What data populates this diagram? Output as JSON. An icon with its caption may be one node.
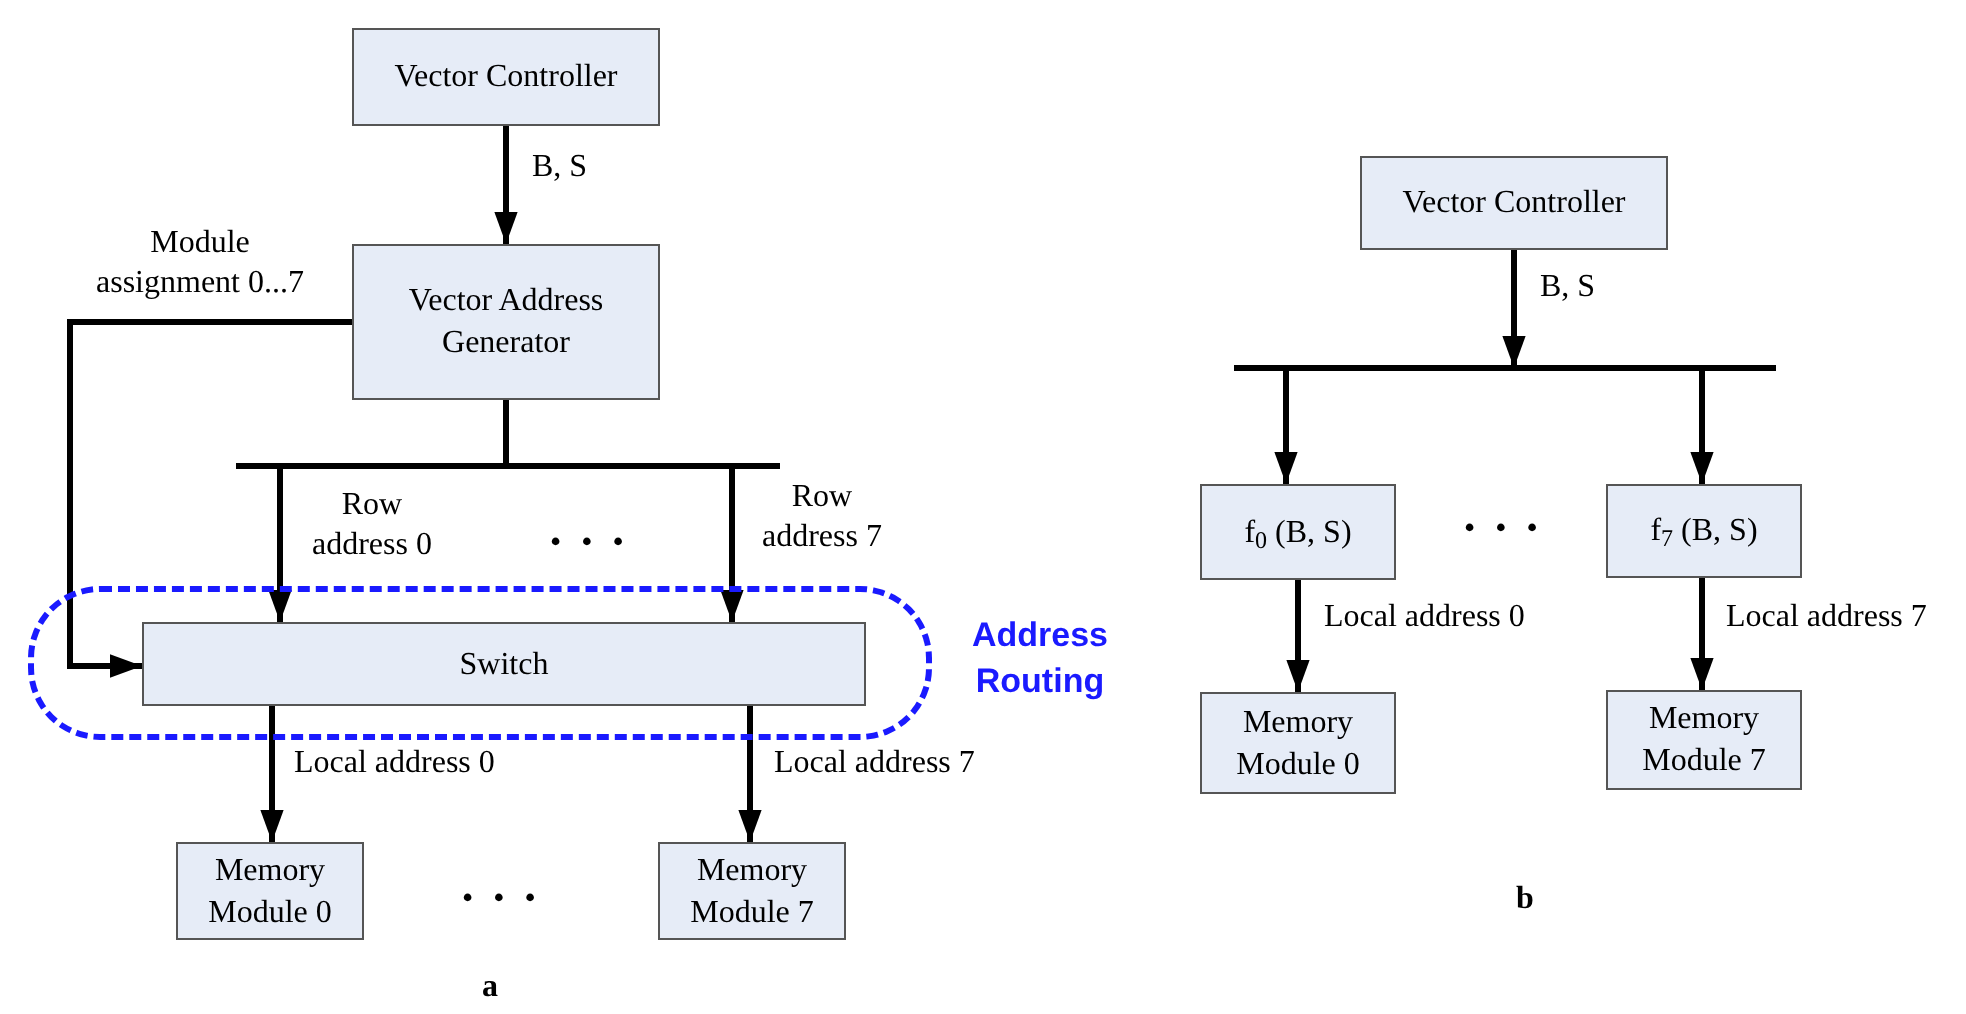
{
  "diagram": {
    "nodes": [
      {
        "text": [
          "Vector Controller"
        ]
      },
      {
        "text": [
          "Vector Address Generator"
        ]
      },
      {
        "text": [
          "Address Routing"
        ]
      },
      {
        "text": [
          "Switch"
        ],
        "in": 2
      },
      {
        "text": [
          "Memory Module 0"
        ]
      },
      {
        "text": [
          "Memory Module 7"
        ]
      },
      {
        "text": [
          "Vector Controller"
        ]
      },
      {
        "text": [
          "f$_{0}$ (B, S)"
        ]
      },
      {
        "text": [
          "f$_{7}$ (B, S)"
        ]
      },
      {
        "text": [
          "Memory Module 0"
        ]
      },
      {
        "text": [
          "Memory Module 7"
        ]
      }
    ],
    "edges": [
      {
        "from": 0,
        "to": 1,
        "arrow": "to",
        "label": "B, S"
      },
      {
        "from": 1,
        "to": 3,
        "arrow": "to",
        "label": "Module assignment 0...7"
      },
      {
        "from": 1,
        "to": 3,
        "arrow": "to",
        "label": "Row address 0"
      },
      {
        "from": 1,
        "to": 3,
        "arrow": "to",
        "label": "Row address 7"
      },
      {
        "from": 3,
        "to": 4,
        "arrow": "to",
        "label": "Local address 0"
      },
      {
        "from": 3,
        "to": 5,
        "arrow": "to",
        "label": "Local address 7"
      },
      {
        "from": 6,
        "to": 7,
        "arrow": "to",
        "label": "B, S"
      },
      {
        "from": 6,
        "to": 8,
        "arrow": "to"
      },
      {
        "from": 7,
        "to": 9,
        "arrow": "to",
        "label": "Local address 0"
      },
      {
        "from": 8,
        "to": 10,
        "arrow": "to",
        "label": "Local address 7"
      }
    ],
    "labels": [
      "• • •",
      "• • •",
      "a",
      "• • •",
      "b"
    ]
  }
}
